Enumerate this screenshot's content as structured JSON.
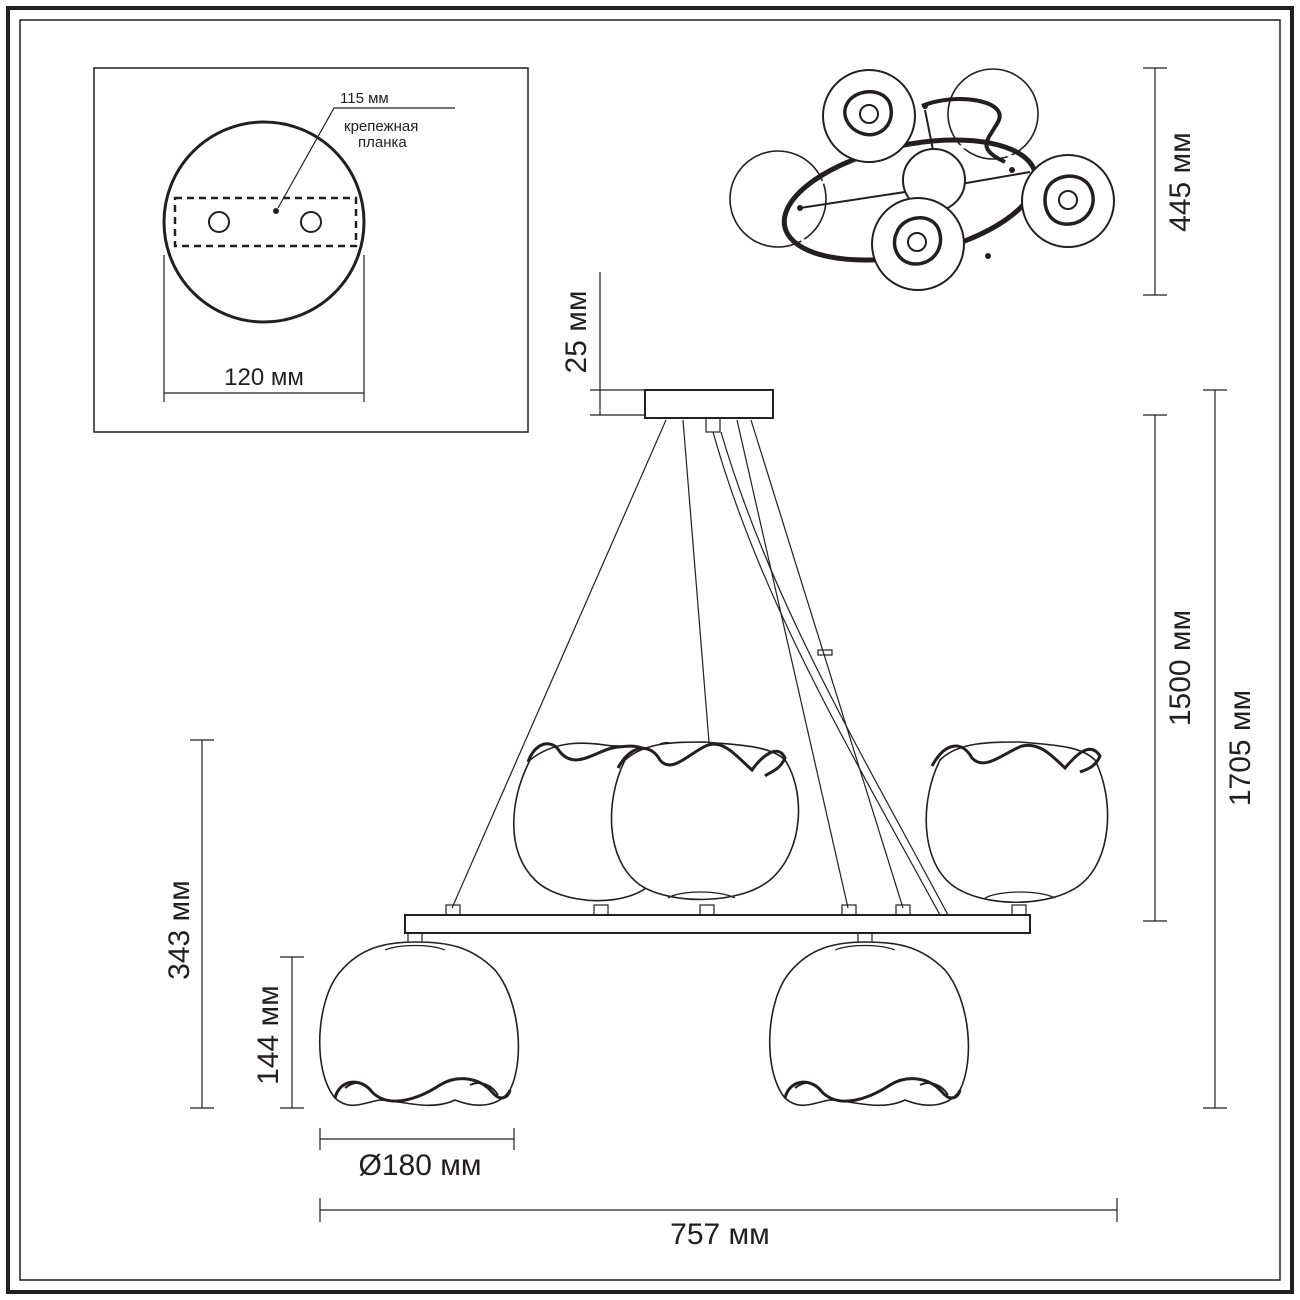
{
  "labels": {
    "plate_width": "115 мм",
    "plate_caption_line1": "крепежная",
    "plate_caption_line2": "планка",
    "canopy_diameter": "120 мм",
    "top_view_depth": "445 мм",
    "canopy_height": "25 мм",
    "suspension_length": "1500 мм",
    "total_height": "1705 мм",
    "body_height": "343 мм",
    "shade_height": "144 мм",
    "shade_diameter": "Ø180 мм",
    "total_width": "757 мм"
  },
  "colors": {
    "line": "#231f20",
    "background": "#ffffff"
  }
}
